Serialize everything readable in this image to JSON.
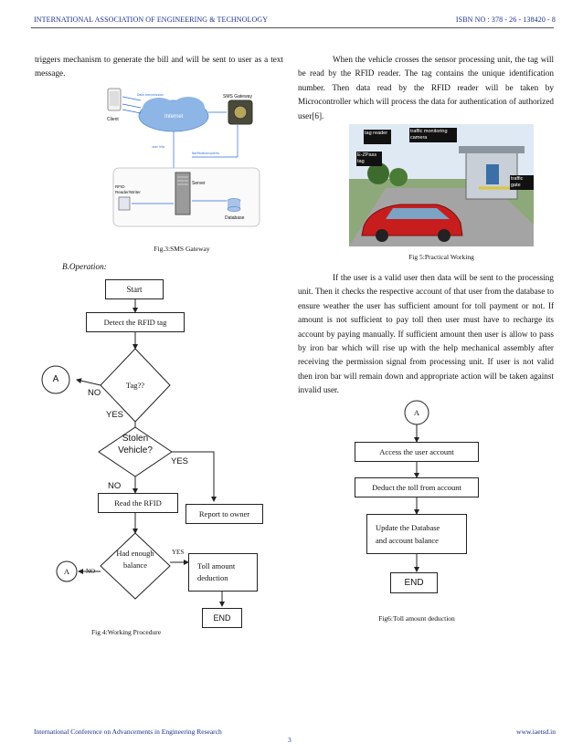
{
  "header": {
    "left": "INTERNATIONAL ASSOCIATION OF ENGINEERING & TECHNOLOGY",
    "right": "ISBN NO : 378 - 26 - 138420 - 8"
  },
  "left_intro": "triggers mechanism to generate the bill and will be sent to user as a text message.",
  "fig3": {
    "caption": "Fig.3:SMS Gateway",
    "client": "Client",
    "internet": "Internet",
    "sms_gateway": "SMS Gateway",
    "server": "Server",
    "rfid_rw": "RFID Reader/Writer",
    "database": "Database"
  },
  "section_heading": "B.Operation:",
  "fig4": {
    "caption": "Fig 4:Working Procedure",
    "start": "Start",
    "detect": "Detect the RFID tag",
    "tag_q": "Tag??",
    "stolen_q": "Stolen Vehicle?",
    "read": "Read the RFID",
    "report": "Report to owner",
    "balance_q": "Had enough balance",
    "toll_deduct": "Toll amount deduction",
    "end": "END",
    "connector_a": "A",
    "no": "NO",
    "yes": "YES"
  },
  "right_para1": "When the vehicle crosses the sensor processing unit, the tag will be read by the RFID reader. The tag contains the unique identification number. Then data read by the RFID reader will be taken by Microcontroller which will process the data for authentication of authorized user[6].",
  "fig5": {
    "caption": "Fig 5:Practical Working",
    "tag_reader": "tag reader",
    "traffic_camera": "traffic monitoring camera",
    "ezpass": "E-ZPass tag",
    "traffic_gate": "traffic gate"
  },
  "right_para2": "If the user is a valid user then data will be sent to the processing unit. Then it checks the respective account of that user from the database to ensure weather the user has sufficient amount for toll payment or not. If amount is not sufficient to pay toll then user must have to recharge its account by paying manually. If sufficient amount then user is allow to pass by iron bar which will rise up with the help mechanical assembly after receiving the permission signal from processing unit. If user is not valid then iron bar will remain down and appropriate action will be taken against invalid user.",
  "fig6": {
    "caption": "Fig6:Toll amount deduction",
    "a": "A",
    "access": "Access the user account",
    "deduct": "Deduct the toll from account",
    "update1": "Update the Database",
    "update2": "and account balance",
    "end": "END"
  },
  "footer": {
    "left": "International Conference on Advancements in Engineering Research",
    "right": "www.iaetsd.in",
    "page": "3"
  }
}
